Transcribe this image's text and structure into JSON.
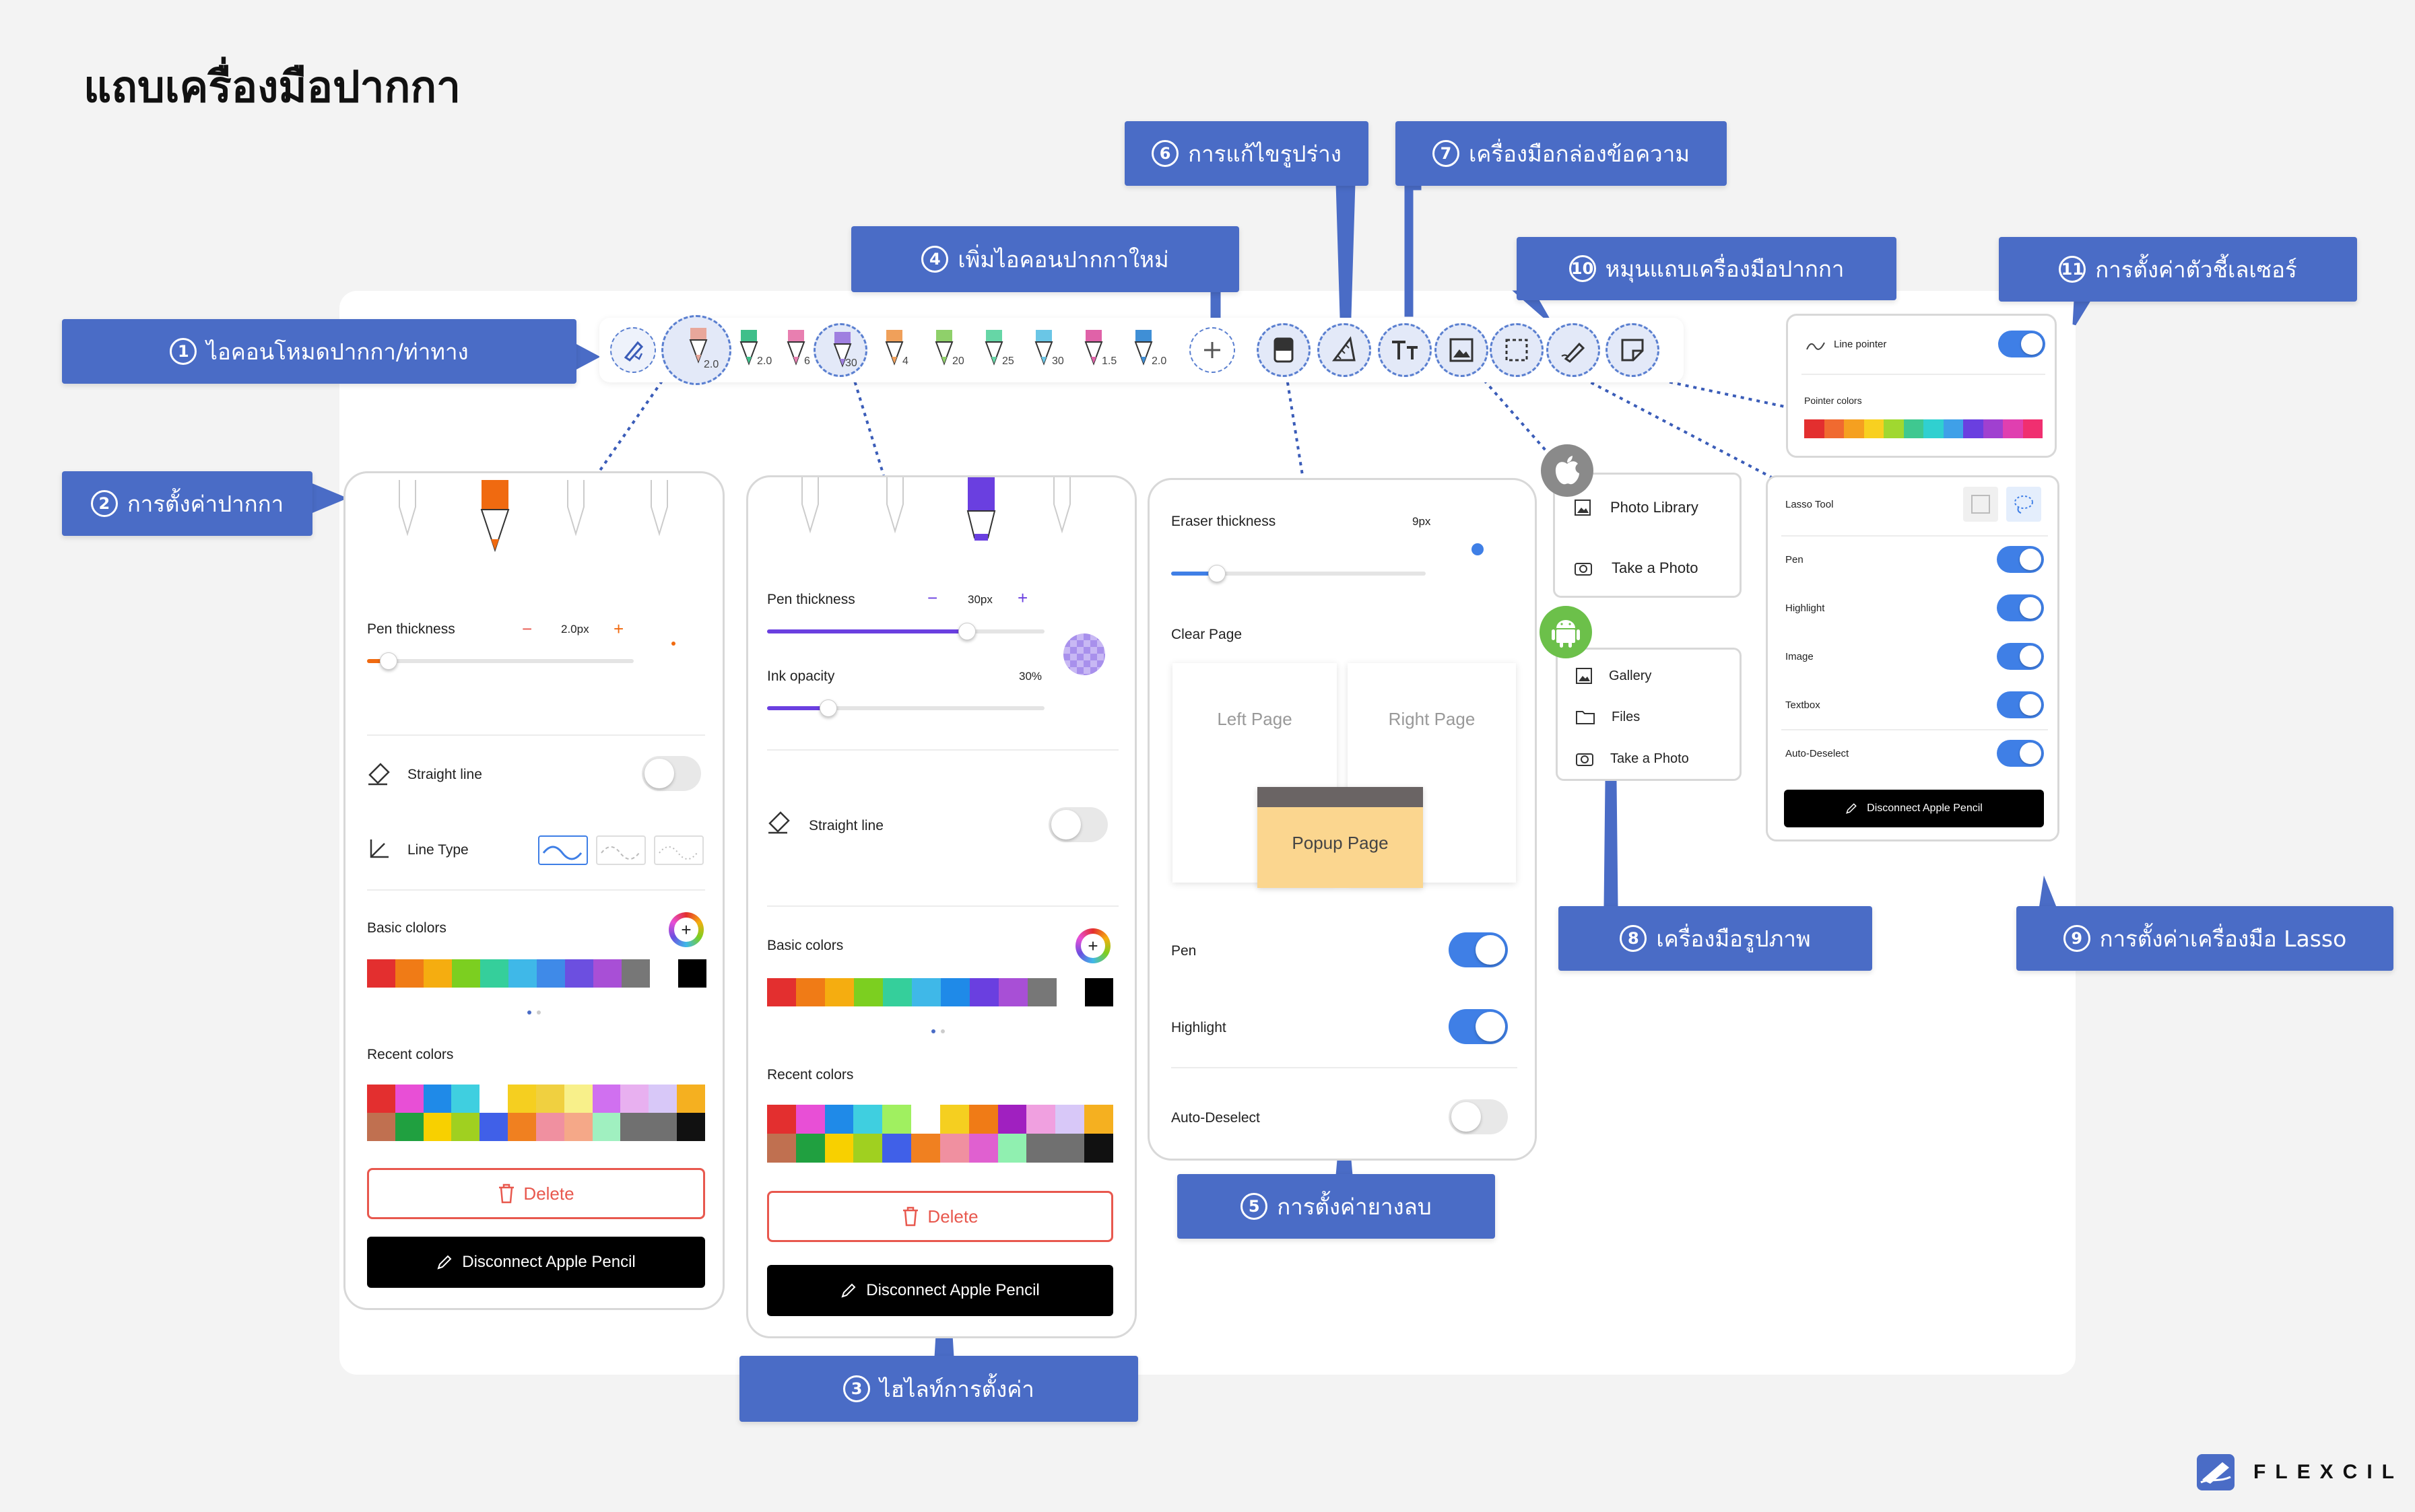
{
  "title": "แถบเครื่องมือปากกา",
  "callouts": {
    "c1": {
      "num": "1",
      "text": "ไอคอนโหมดปากกา/ท่าทาง"
    },
    "c2": {
      "num": "2",
      "text": "การตั้งค่าปากกา"
    },
    "c3": {
      "num": "3",
      "text": "ไฮไลท์การตั้งค่า"
    },
    "c4": {
      "num": "4",
      "text": "เพิ่มไอคอนปากกาใหม่"
    },
    "c5": {
      "num": "5",
      "text": "การตั้งค่ายางลบ"
    },
    "c6": {
      "num": "6",
      "text": "การแก้ไขรูปร่าง"
    },
    "c7": {
      "num": "7",
      "text": "เครื่องมือกล่องข้อความ"
    },
    "c8": {
      "num": "8",
      "text": "เครื่องมือรูปภาพ"
    },
    "c9": {
      "num": "9",
      "text": "การตั้งค่าเครื่องมือ Lasso"
    },
    "c10": {
      "num": "10",
      "text": "หมุนแถบเครื่องมือปากกา"
    },
    "c11": {
      "num": "11",
      "text": "การตั้งค่าตัวชี้เลเซอร์"
    }
  },
  "toolbar": {
    "pens": [
      {
        "size": "2.0",
        "color": "#e8a79b",
        "selected": true
      },
      {
        "size": "2.0",
        "color": "#3fbf8a"
      },
      {
        "size": "6",
        "color": "#e87fb0"
      },
      {
        "size": "30",
        "color": "#9f7fe0",
        "selected": true
      },
      {
        "size": "4",
        "color": "#f0a05a"
      },
      {
        "size": "20",
        "color": "#8fd06a"
      },
      {
        "size": "25",
        "color": "#66d6a6"
      },
      {
        "size": "30",
        "color": "#6ac6e6"
      },
      {
        "size": "1.5",
        "color": "#e062a8"
      },
      {
        "size": "2.0",
        "color": "#3f8fd6"
      }
    ],
    "add_icon": "plus-icon"
  },
  "pen_panel": {
    "thickness_label": "Pen thickness",
    "thickness_value": "2.0px",
    "thickness_fraction": 0.08,
    "straight_line_label": "Straight line",
    "line_type_label": "Line Type",
    "basic_colors_label": "Basic clolors",
    "recent_colors_label": "Recent colors",
    "delete_label": "Delete",
    "disconnect_label": "Disconnect Apple Pencil",
    "accent": "#f06a10",
    "basic_colors": [
      "#e32f2f",
      "#f07b16",
      "#f5ad10",
      "#7ccf20",
      "#35cf9b",
      "#3fb8e8",
      "#3f8ae8",
      "#6c4fe0",
      "#a84fd6",
      "#777777"
    ],
    "recent_colors": [
      "#e32f2f",
      "#e84fd6",
      "#1f8ae8",
      "#3fcfe0",
      "#ffffff",
      "#f5cf20",
      "#f0d040",
      "#f8f08a",
      "#d070f0",
      "#e8b0f0",
      "#d8c8f8",
      "#f5b020",
      "#c07050",
      "#20a040",
      "#f8d000",
      "#a0d020",
      "#4060e8",
      "#f08020",
      "#f090a0",
      "#f5a888",
      "#a0f0c0",
      "#707070",
      "#707070",
      "#111111"
    ]
  },
  "highlight_panel": {
    "thickness_label": "Pen thickness",
    "thickness_value": "30px",
    "thickness_fraction": 0.72,
    "opacity_label": "Ink opacity",
    "opacity_value": "30%",
    "opacity_fraction": 0.22,
    "straight_line_label": "Straight line",
    "basic_colors_label": "Basic colors",
    "recent_colors_label": "Recent colors",
    "delete_label": "Delete",
    "disconnect_label": "Disconnect Apple Pencil",
    "accent": "#6a3fe0",
    "basic_colors": [
      "#e32f2f",
      "#f07b16",
      "#f5ad10",
      "#7ccf20",
      "#35cf9b",
      "#3fb8e8",
      "#1f8ae8",
      "#6a3fe0",
      "#a84fd6",
      "#777777"
    ],
    "recent_colors": [
      "#e32f2f",
      "#e84fd6",
      "#1f8ae8",
      "#3fcfe0",
      "#a0f060",
      "#ffffff",
      "#f5cf20",
      "#f07b16",
      "#a020c0",
      "#f0a0e0",
      "#d8c8f8",
      "#f5b020",
      "#c07050",
      "#20a040",
      "#f8d000",
      "#a0d020",
      "#4060e8",
      "#f08020",
      "#f090a0",
      "#e060d0",
      "#90f0b0",
      "#707070",
      "#707070",
      "#111111"
    ]
  },
  "eraser_panel": {
    "thickness_label": "Eraser thickness",
    "thickness_value": "9px",
    "thickness_fraction": 0.18,
    "clear_page_label": "Clear Page",
    "left_page": "Left Page",
    "right_page": "Right Page",
    "popup_page": "Popup Page",
    "pen_label": "Pen",
    "highlight_label": "Highlight",
    "auto_deselect_label": "Auto-Deselect"
  },
  "image_ios": {
    "photo_library": "Photo Library",
    "take_photo": "Take a Photo"
  },
  "image_android": {
    "gallery": "Gallery",
    "files": "Files",
    "take_photo": "Take a Photo"
  },
  "laser_panel": {
    "line_pointer": "Line pointer",
    "pointer_colors": "Pointer colors",
    "colors": [
      "#e32f2f",
      "#f06a30",
      "#f5a020",
      "#f8d020",
      "#a0d830",
      "#3fc890",
      "#30d0d0",
      "#3fa0e8",
      "#6a3fe0",
      "#a040d0",
      "#e03fb0",
      "#f02f70"
    ]
  },
  "lasso_panel": {
    "title": "Lasso Tool",
    "pen": "Pen",
    "highlight": "Highlight",
    "image": "Image",
    "textbox": "Textbox",
    "auto_deselect": "Auto-Deselect",
    "disconnect_label": "Disconnect Apple Pencil"
  },
  "brand": {
    "name": "FLEXCIL",
    "color": "#4a6cc6"
  },
  "colors": {
    "callout": "#4a6cc6",
    "toggle_on": "#3f7fe6",
    "delete": "#e8584e"
  }
}
